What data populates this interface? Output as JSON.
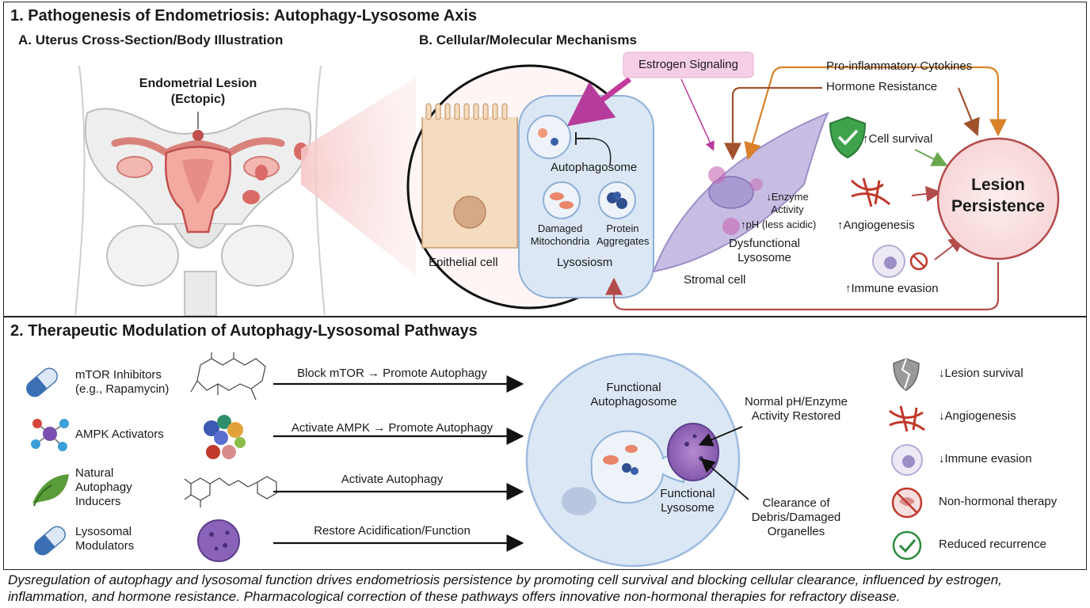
{
  "panel1": {
    "title": "1. Pathogenesis of Endometriosis: Autophagy-Lysosome Axis",
    "sectionA": "A. Uterus Cross-Section/Body Illustration",
    "sectionB": "B. Cellular/Molecular Mechanisms",
    "lesion_label_line1": "Endometrial Lesion",
    "lesion_label_line2": "(Ectopic)",
    "estrogen": "Estrogen Signaling",
    "cytokines": "Pro-inflammatory Cytokines",
    "hormone_resistance": "Hormone Resistance",
    "autophagosome": "Autophagosome",
    "damaged_mito_1": "Damaged",
    "damaged_mito_2": "Mitochondria",
    "protein_agg_1": "Protein",
    "protein_agg_2": "Aggregates",
    "epithelial": "Epithelial cell",
    "lysosiosm": "Lysosiosm",
    "enzyme_1": "↓Enzyme",
    "enzyme_2": "Activity",
    "ph": "↑pH (less acidic)",
    "dysfunctional_1": "Dysfunctional",
    "dysfunctional_2": "Lysosome",
    "stromal": "Stromal cell",
    "cell_survival": "↑Cell survival",
    "angiogenesis": "↑Angiogenesis",
    "immune_evasion": "↑Immune evasion",
    "persistence_1": "Lesion",
    "persistence_2": "Persistence"
  },
  "panel2": {
    "title": "2. Therapeutic Modulation of Autophagy-Lysosomal Pathways",
    "drugs": [
      {
        "name_1": "mTOR Inhibitors",
        "name_2": "(e.g., Rapamycin)",
        "name_3": "",
        "action": "Block mTOR → Promote Autophagy"
      },
      {
        "name_1": "AMPK Activators",
        "name_2": "",
        "name_3": "",
        "action": "Activate AMPK → Promote Autophagy"
      },
      {
        "name_1": "Natural",
        "name_2": "Autophagy",
        "name_3": "Inducers",
        "action": "Activate Autophagy"
      },
      {
        "name_1": "Lysosomal",
        "name_2": "Modulators",
        "name_3": "",
        "action": "Restore Acidification/Function"
      }
    ],
    "functional_autophagosome_1": "Functional",
    "functional_autophagosome_2": "Autophagosome",
    "functional_lysosome_1": "Functional",
    "functional_lysosome_2": "Lysosome",
    "normal_ph_1": "Normal pH/Enzyme",
    "normal_ph_2": "Activity Restored",
    "clearance_1": "Clearance of",
    "clearance_2": "Debris/Damaged",
    "clearance_3": "Organelles",
    "outcomes": [
      {
        "icon": "broken-shield-icon",
        "label": "↓Lesion survival"
      },
      {
        "icon": "blood-vessel-icon",
        "label": "↓Angiogenesis"
      },
      {
        "icon": "immune-cell-icon",
        "label": "↓Immune evasion"
      },
      {
        "icon": "no-hormone-icon",
        "label": "Non-hormonal therapy"
      },
      {
        "icon": "check-icon",
        "label": "Reduced recurrence"
      }
    ]
  },
  "caption": "Dysregulation of autophagy and lysosomal function drives endometriosis persistence by promoting cell survival and blocking cellular clearance, influenced by estrogen, inflammation, and hormone resistance. Pharmacological correction of these pathways offers innovative non-hormonal therapies for refractory disease.",
  "colors": {
    "lesion_red": "#c0504d",
    "orange_arrow": "#d9822b",
    "magenta": "#c23a9b",
    "cell_purple": "#b9a9d6",
    "shield_green": "#2e8b3d"
  }
}
